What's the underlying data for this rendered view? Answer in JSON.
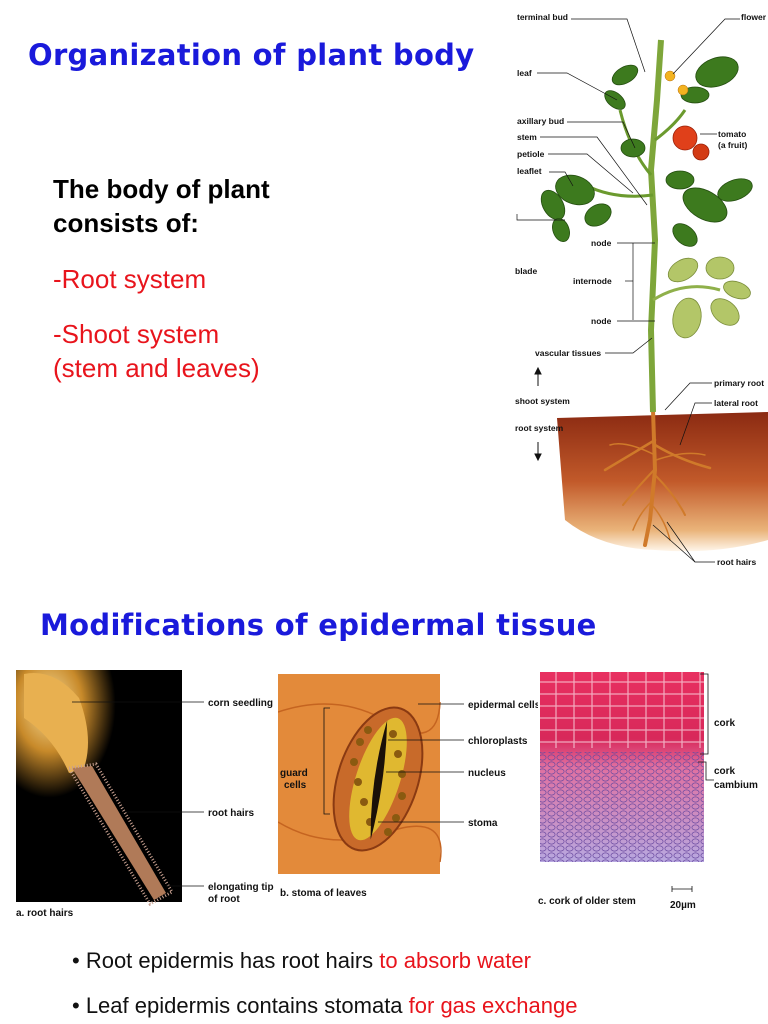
{
  "section1": {
    "heading": "Organization of plant body",
    "intro_line1": "The body of plant",
    "intro_line2": "consists of:",
    "items": [
      {
        "line1": "-Root system",
        "line2": ""
      },
      {
        "line1": "-Shoot system",
        "line2": "(stem and leaves)"
      }
    ]
  },
  "diagram": {
    "labels": {
      "terminal_bud": "terminal bud",
      "flower": "flower",
      "leaf": "leaf",
      "axillary_bud": "axillary bud",
      "stem": "stem",
      "tomato": "tomato",
      "tomato_sub": "(a fruit)",
      "petiole": "petiole",
      "leaflet": "leaflet",
      "node1": "node",
      "blade": "blade",
      "internode": "internode",
      "node2": "node",
      "vascular_tissues": "vascular tissues",
      "primary_root": "primary root",
      "shoot_system": "shoot system",
      "lateral_root": "lateral root",
      "root_system": "root system",
      "root_hairs": "root hairs"
    }
  },
  "section2": {
    "heading": "Modifications of epidermal tissue",
    "panels": {
      "a": {
        "caption": "a. root hairs",
        "labels": {
          "corn_seedling": "corn seedling",
          "root_hairs": "root hairs",
          "tip1": "elongating tip",
          "tip2": "of root"
        }
      },
      "b": {
        "caption": "b. stoma of leaves",
        "labels": {
          "epidermal_cells": "epidermal cells",
          "chloroplasts": "chloroplasts",
          "guard1": "guard",
          "guard2": "cells",
          "nucleus": "nucleus",
          "stoma": "stoma"
        }
      },
      "c": {
        "caption": "c. cork of older stem",
        "labels": {
          "cork": "cork",
          "cork_cambium1": "cork",
          "cork_cambium2": "cambium",
          "scale": "20µm"
        }
      }
    },
    "bullets": [
      {
        "text": "• Root epidermis has root hairs ",
        "highlight": "to absorb water"
      },
      {
        "text": "• Leaf epidermis contains stomata ",
        "highlight": "for gas exchange"
      }
    ]
  },
  "colors": {
    "heading": "#1a1adb",
    "highlight": "#e8141c",
    "soil": "#8b2a12",
    "leaf": "#3d7a1e",
    "cork": "#d8285a"
  }
}
